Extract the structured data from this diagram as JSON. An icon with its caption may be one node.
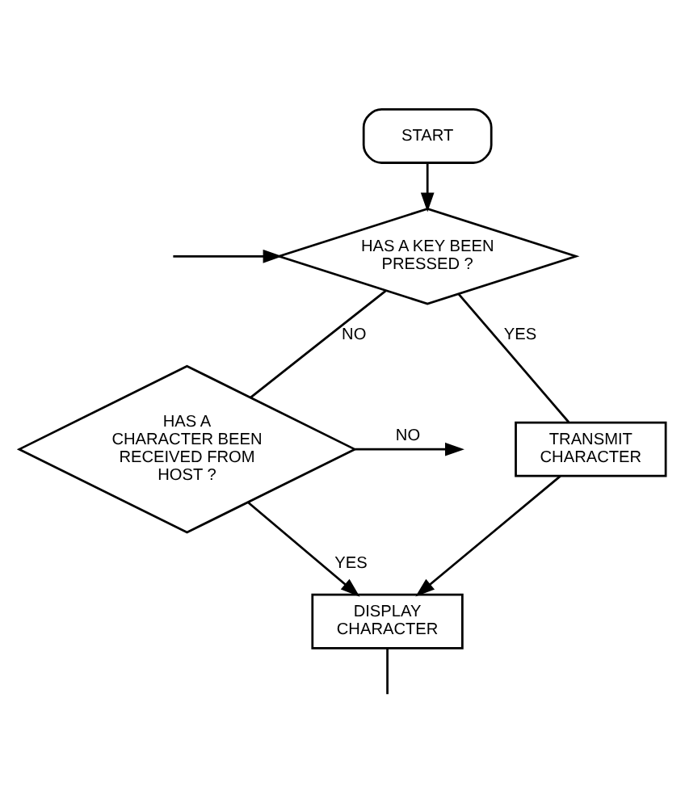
{
  "diagram": {
    "nodes": [
      {
        "text": [
          "START"
        ]
      },
      {
        "text": [
          "HAS A KEY BEEN PRESSED ?"
        ]
      },
      {
        "text": [
          "HAS A CHARACTER BEEN RECEIVED FROM HOST ?"
        ]
      },
      {
        "text": [
          "TRANSMIT CHARACTER"
        ]
      },
      {
        "text": [
          "DISPLAY CHARACTER"
        ]
      }
    ],
    "edges": [
      {
        "from": 0,
        "to": 1,
        "arrow": "to"
      },
      {
        "from": null,
        "to": 1,
        "arrow": "to"
      },
      {
        "from": 1,
        "to": 2,
        "arrow": "none",
        "label": "NO"
      },
      {
        "from": 1,
        "to": 3,
        "arrow": "none",
        "label": "YES"
      },
      {
        "from": 2,
        "to": null,
        "arrow": "to",
        "label": "NO"
      },
      {
        "from": 3,
        "to": 4,
        "arrow": "to"
      },
      {
        "from": 2,
        "to": 4,
        "arrow": "to",
        "label": "YES"
      },
      {
        "from": 4,
        "to": null,
        "arrow": "none"
      }
    ]
  }
}
